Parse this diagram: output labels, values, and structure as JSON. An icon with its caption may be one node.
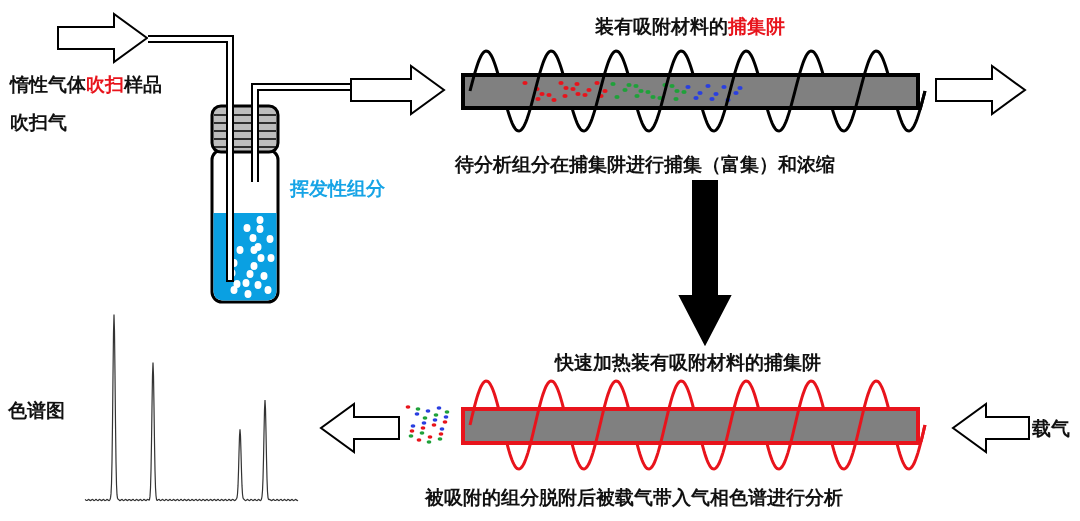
{
  "diagram": {
    "nodes": [
      {
        "text": [
          "挥发性组分"
        ]
      },
      {
        "text": [
          "装有吸附材料的**捕集阱**",
          "待分析组分在捕集阱进行捕集（富集）和浓缩"
        ]
      },
      {
        "text": [
          "快速加热装有吸附材料的捕集阱",
          "被吸附的组分脱附后被载气带入气相色谱进行分析"
        ]
      },
      {
        "text": [
          "载气"
        ]
      },
      {
        "text": [],
        "shape": "picture",
        "beside": [
          "色谱图"
        ]
      }
    ],
    "edges": [
      {
        "from": null,
        "to": 0,
        "arrow": "to"
      },
      {
        "from": 0,
        "to": 1,
        "arrow": "to"
      },
      {
        "from": 1,
        "to": null,
        "arrow": "to"
      },
      {
        "from": 1,
        "to": 2,
        "arrow": "to",
        "style": "thick"
      },
      {
        "from": 3,
        "to": 2,
        "arrow": "to"
      },
      {
        "from": 2,
        "to": 4,
        "arrow": "to"
      }
    ],
    "labels": [
      "惰性气体**吹扫**样品",
      "吹扫气"
    ]
  }
}
